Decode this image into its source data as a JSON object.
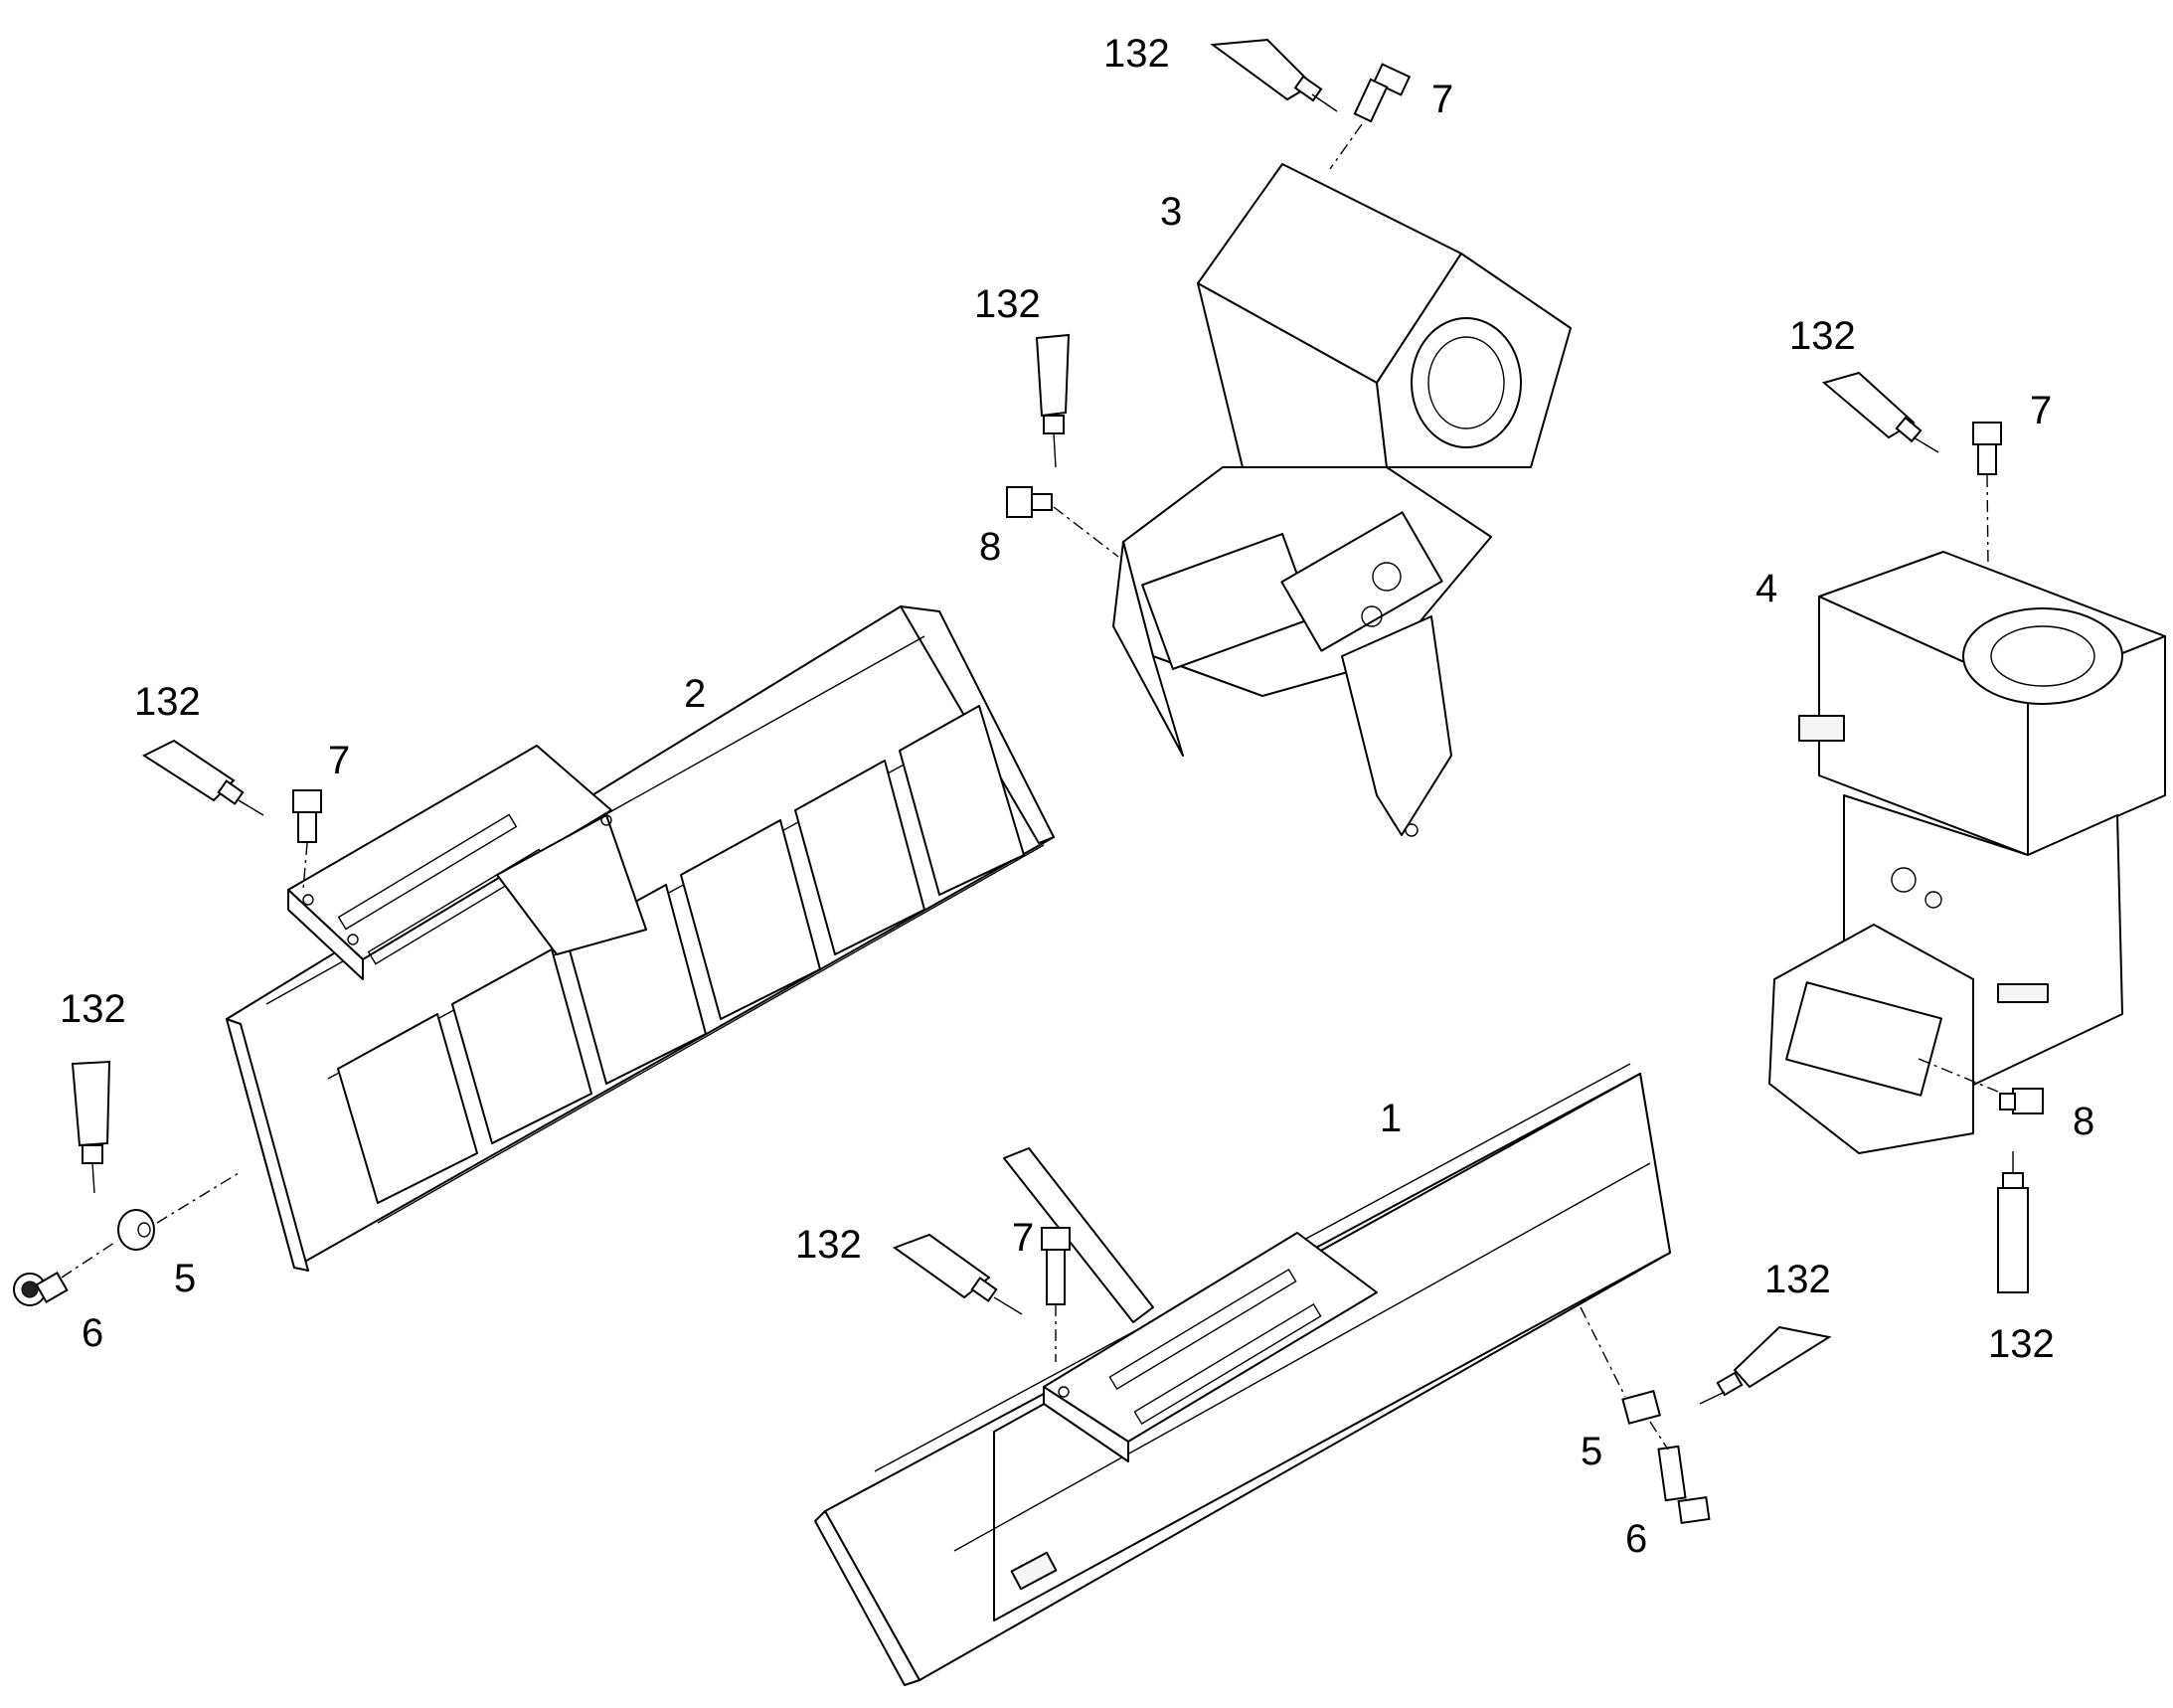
{
  "callouts": [
    {
      "id": "c1",
      "text": "132"
    },
    {
      "id": "c2",
      "text": "7"
    },
    {
      "id": "c3",
      "text": "3"
    },
    {
      "id": "c4",
      "text": "132"
    },
    {
      "id": "c5",
      "text": "8"
    },
    {
      "id": "c6",
      "text": "132"
    },
    {
      "id": "c7",
      "text": "7"
    },
    {
      "id": "c8",
      "text": "4"
    },
    {
      "id": "c9",
      "text": "2"
    },
    {
      "id": "c10",
      "text": "132"
    },
    {
      "id": "c11",
      "text": "7"
    },
    {
      "id": "c12",
      "text": "132"
    },
    {
      "id": "c13",
      "text": "5"
    },
    {
      "id": "c14",
      "text": "6"
    },
    {
      "id": "c15",
      "text": "1"
    },
    {
      "id": "c16",
      "text": "132"
    },
    {
      "id": "c17",
      "text": "7"
    },
    {
      "id": "c18",
      "text": "8"
    },
    {
      "id": "c19",
      "text": "132"
    },
    {
      "id": "c20",
      "text": "132"
    },
    {
      "id": "c21",
      "text": "5"
    },
    {
      "id": "c22",
      "text": "6"
    }
  ]
}
